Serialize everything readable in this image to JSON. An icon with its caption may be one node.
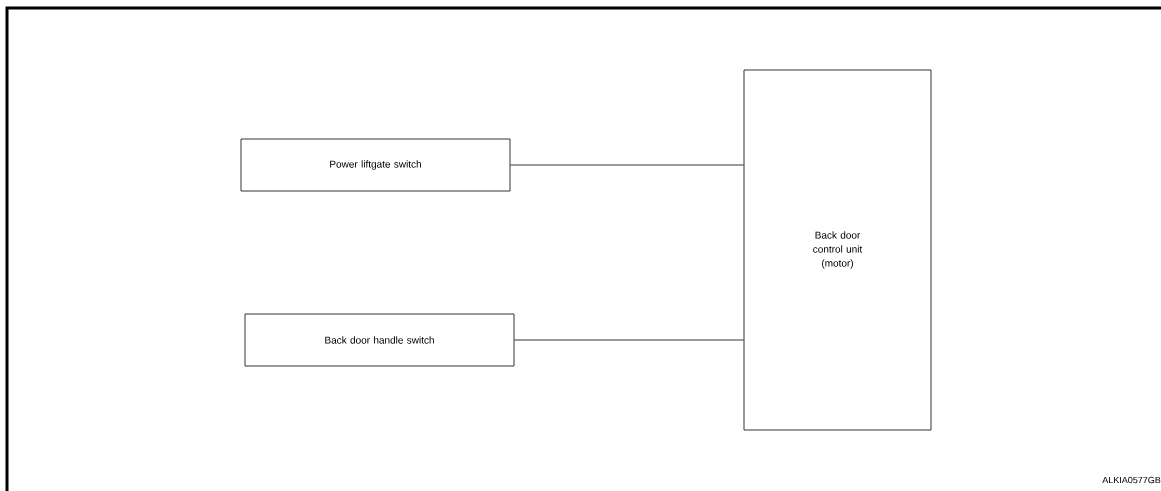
{
  "diagram": {
    "nodes": [
      {
        "text": [
          "Power liftgate switch"
        ]
      },
      {
        "text": [
          "Back door handle switch"
        ]
      },
      {
        "text": [
          "Back door control unit (motor)"
        ]
      }
    ],
    "edges": [
      {
        "from": 0,
        "to": 2,
        "arrow": "none"
      },
      {
        "from": 1,
        "to": 2,
        "arrow": "none"
      }
    ],
    "labels": [
      "ALKIA0577GB"
    ]
  }
}
